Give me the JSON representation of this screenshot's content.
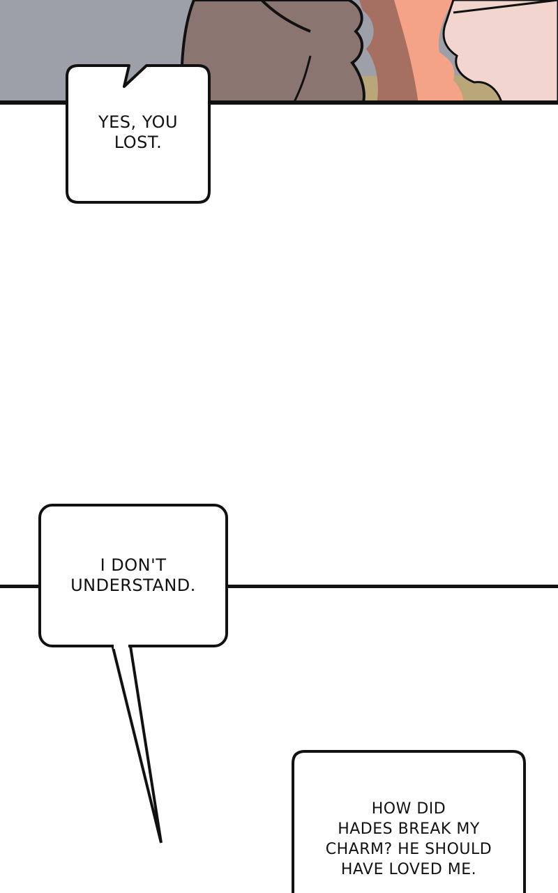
{
  "colors": {
    "background_gray": "#9da0a8",
    "hair_brown": "#8a7570",
    "hair_shadow": "#a56f61",
    "skin": "#f4a387",
    "skin_light": "#f3d5cf",
    "olive": "#b9a77a",
    "ink": "#111111",
    "paper": "#ffffff"
  },
  "dialogue": [
    {
      "text": "YES, YOU\nLOST."
    },
    {
      "text": "I DON'T\nUNDERSTAND."
    },
    {
      "text": "HOW DID\nHADES BREAK MY\nCHARM? HE SHOULD\nHAVE LOVED ME."
    }
  ]
}
